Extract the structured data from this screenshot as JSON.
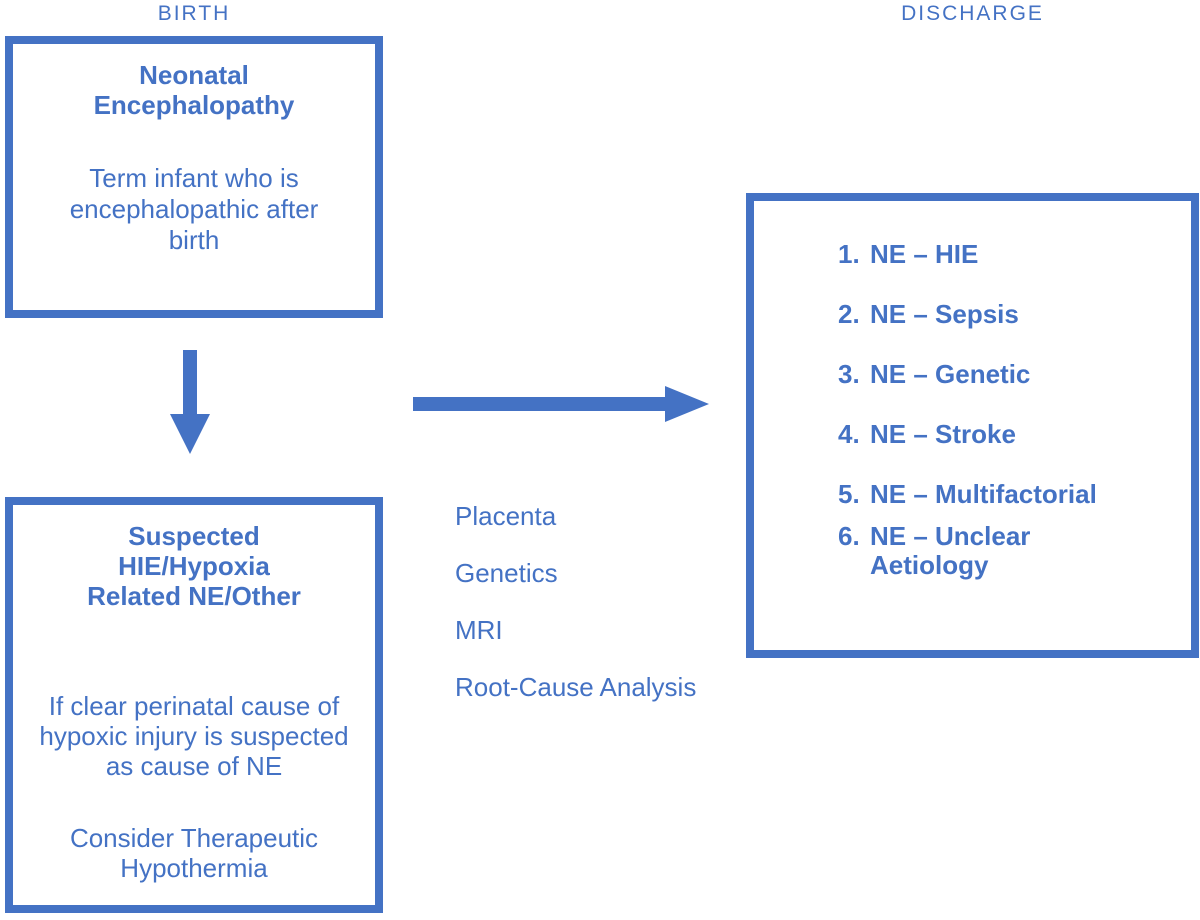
{
  "colors": {
    "accent": "#4472C4",
    "canvas_bg": "#FFFFFF"
  },
  "stage_labels": {
    "birth": "BIRTH",
    "discharge": "DISCHARGE"
  },
  "boxes": {
    "neonatal": {
      "title": "Neonatal\nEncephalopathy",
      "body": "Term infant who is\nencephalopathic after\nbirth"
    },
    "suspected": {
      "title": "Suspected\nHIE/Hypoxia\nRelated NE/Other",
      "body1": "If clear perinatal cause of\nhypoxic injury is suspected\nas cause of NE",
      "body2": "Consider Therapeutic\nHypothermia"
    },
    "outcomes": {
      "items": [
        {
          "num": "1.",
          "text": "NE – HIE"
        },
        {
          "num": "2.",
          "text": "NE – Sepsis"
        },
        {
          "num": "3.",
          "text": "NE – Genetic"
        },
        {
          "num": "4.",
          "text": "NE – Stroke"
        },
        {
          "num": "5.",
          "text": "NE – Multifactorial"
        },
        {
          "num": "6.",
          "text": "NE – Unclear\nAetiology"
        }
      ]
    }
  },
  "workup": {
    "items": [
      "Placenta",
      "Genetics",
      "MRI",
      "Root-Cause Analysis"
    ]
  }
}
